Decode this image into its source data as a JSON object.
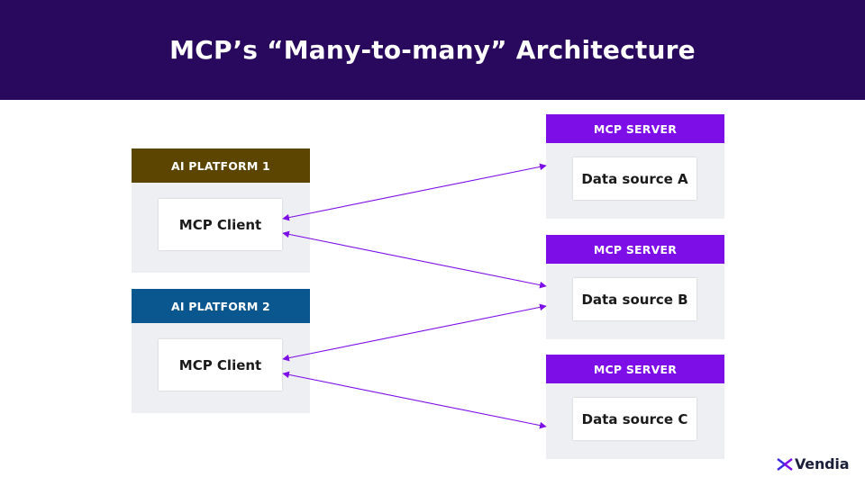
{
  "title": "MCP’s “Many-to-many” Architecture",
  "platforms": [
    {
      "label": "AI PLATFORM 1",
      "client": "MCP Client",
      "color": "#5b4500"
    },
    {
      "label": "AI PLATFORM 2",
      "client": "MCP Client",
      "color": "#0a5790"
    }
  ],
  "servers": [
    {
      "label": "MCP SERVER",
      "source": "Data source A"
    },
    {
      "label": "MCP SERVER",
      "source": "Data source B"
    },
    {
      "label": "MCP SERVER",
      "source": "Data source C"
    }
  ],
  "connections": [
    {
      "from": "AI PLATFORM 1",
      "to": "Data source A"
    },
    {
      "from": "AI PLATFORM 1",
      "to": "Data source B"
    },
    {
      "from": "AI PLATFORM 2",
      "to": "Data source B"
    },
    {
      "from": "AI PLATFORM 2",
      "to": "Data source C"
    }
  ],
  "colors": {
    "header_bg": "#28095e",
    "server_band": "#7d0ee8",
    "arrow": "#7d0ee8",
    "card_bg": "#eeeff3"
  },
  "logo": {
    "text": "Vendia",
    "icon": "vendia-logo-icon"
  }
}
